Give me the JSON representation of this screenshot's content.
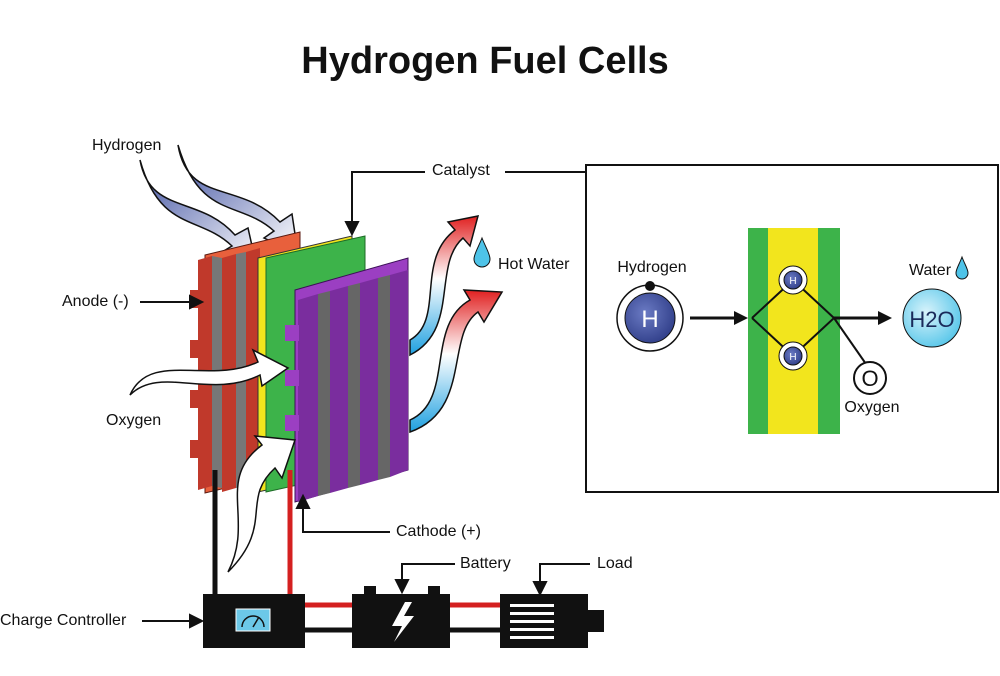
{
  "title": "Hydrogen Fuel Cells",
  "labels": {
    "hydrogen": "Hydrogen",
    "catalyst": "Catalyst",
    "anode": "Anode (-)",
    "oxygen": "Oxygen",
    "hot_water": "Hot Water",
    "cathode": "Cathode (+)",
    "battery": "Battery",
    "load": "Load",
    "charge_controller": "Charge Controller"
  },
  "detail": {
    "hydrogen_label": "Hydrogen",
    "h_symbol": "H",
    "water_label": "Water",
    "h2o": "H2O",
    "o_symbol": "O",
    "oxygen_label": "Oxygen"
  },
  "colors": {
    "anode": "#c0392b",
    "anode_light": "#e8603c",
    "membrane_green": "#3db34a",
    "catalyst_yellow": "#f2e51d",
    "cathode": "#7a2d9e",
    "cathode_light": "#9b3fc2",
    "plate_gray": "#666666",
    "wire_red": "#d42020",
    "wire_black": "#111111",
    "hydrogen_arrow": "#4a5aa8",
    "hot_arrow_red": "#e02020",
    "hot_arrow_blue": "#1ea0e0",
    "atom_blue": "#3b4d9e",
    "water_blue": "#5cc8ea"
  }
}
